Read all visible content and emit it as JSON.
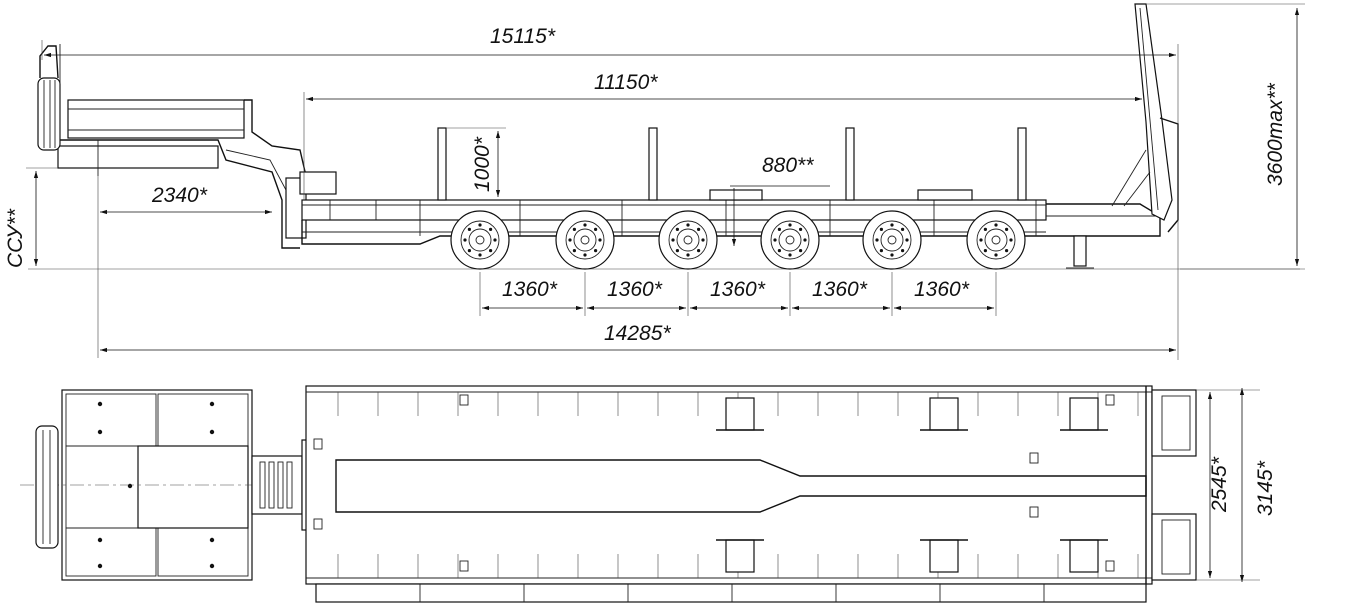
{
  "dimensions": {
    "overall_length": "15115*",
    "platform_length": "11150*",
    "height_max": "3600max**",
    "stake_height": "1000*",
    "kingpin_offset": "2340*",
    "fifth_wheel_height": "ССУ**",
    "gap": "880**",
    "axle_spacing": [
      "1360*",
      "1360*",
      "1360*",
      "1360*",
      "1360*"
    ],
    "wheelbase": "14285*",
    "inner_width": "2545*",
    "outer_width": "3145*"
  },
  "views": [
    "side-view",
    "top-view"
  ],
  "colors": {
    "line": "#111111",
    "background": "#ffffff"
  }
}
